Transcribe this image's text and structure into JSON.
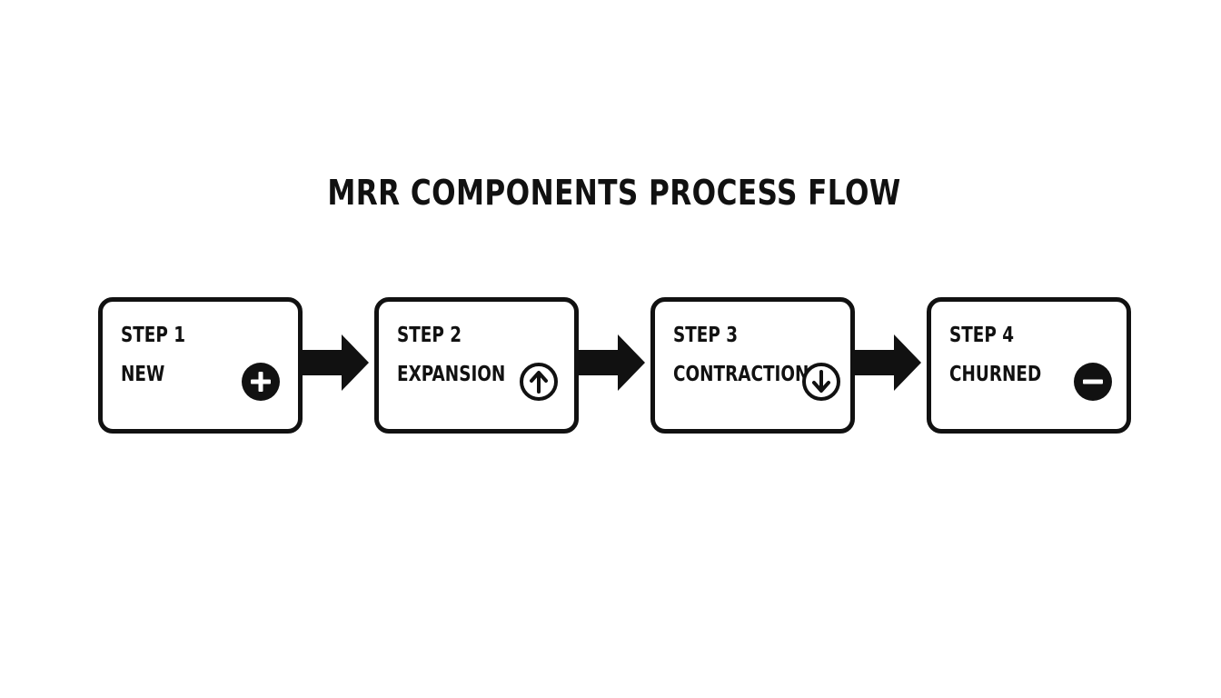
{
  "diagram": {
    "title": "MRR COMPONENTS PROCESS FLOW",
    "steps": [
      {
        "label": "STEP 1",
        "name": "NEW",
        "icon": "plus-circle-icon"
      },
      {
        "label": "STEP 2",
        "name": "EXPANSION",
        "icon": "arrow-up-circle-icon"
      },
      {
        "label": "STEP 3",
        "name": "CONTRACTION",
        "icon": "arrow-down-circle-icon"
      },
      {
        "label": "STEP 4",
        "name": "CHURNED",
        "icon": "minus-circle-icon"
      }
    ],
    "colors": {
      "stroke": "#111111",
      "background": "#ffffff"
    }
  }
}
